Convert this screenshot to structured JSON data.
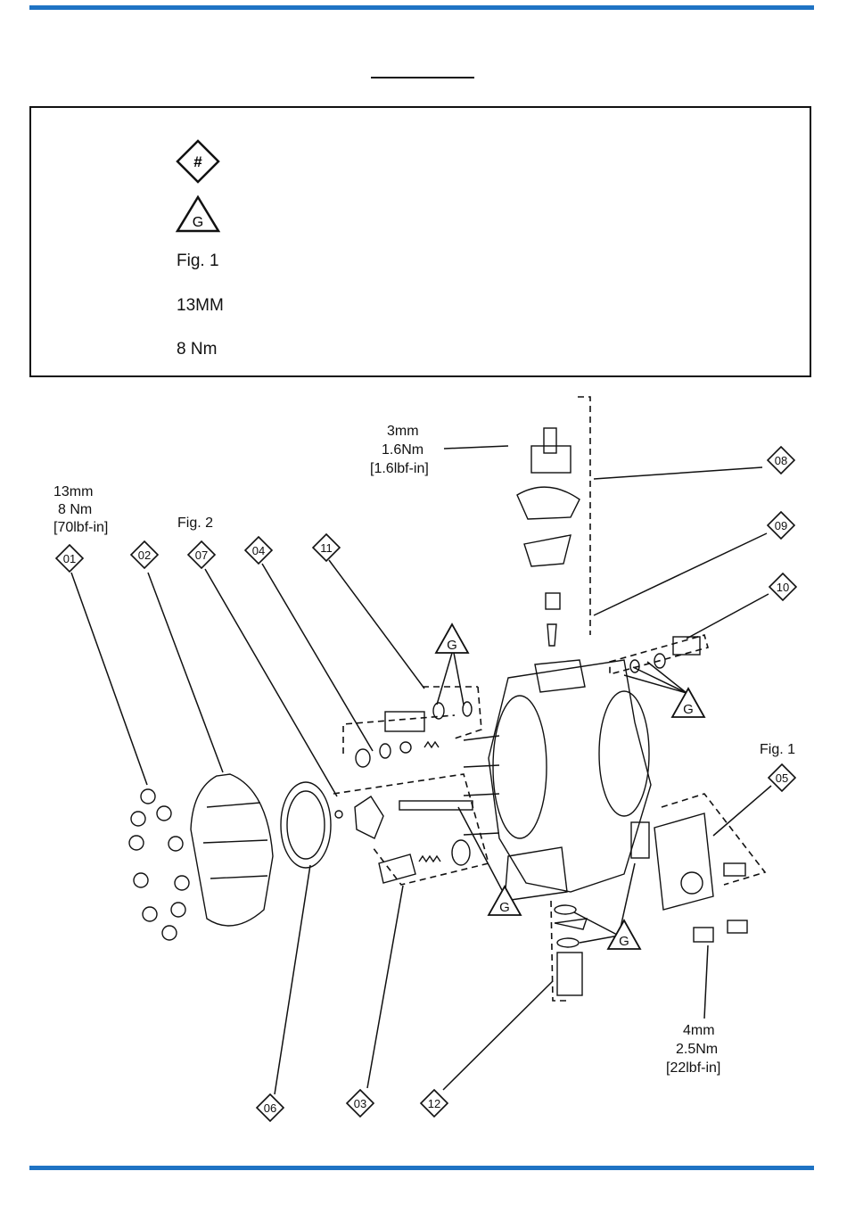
{
  "legend": {
    "symbols": [
      {
        "icon": "diamond-hash-icon",
        "label": "#"
      },
      {
        "icon": "triangle-g-icon",
        "label": "G"
      }
    ],
    "items": [
      "Fig. 1",
      "13MM",
      "8 Nm"
    ]
  },
  "callouts": [
    "01",
    "02",
    "03",
    "04",
    "05",
    "06",
    "07",
    "08",
    "09",
    "10",
    "11",
    "12"
  ],
  "grease_symbol": "G",
  "annotations": {
    "fig1": "Fig. 1",
    "fig2": "Fig. 2",
    "torque_01": [
      "13mm",
      "8 Nm",
      "[70lbf-in]"
    ],
    "torque_08": [
      "3mm",
      "1.6Nm",
      "[1.6lbf-in]"
    ],
    "torque_05": [
      "4mm",
      "2.5Nm",
      "[22lbf-in]"
    ]
  },
  "colors": {
    "accent": "#1f73c4",
    "ink": "#111111"
  }
}
